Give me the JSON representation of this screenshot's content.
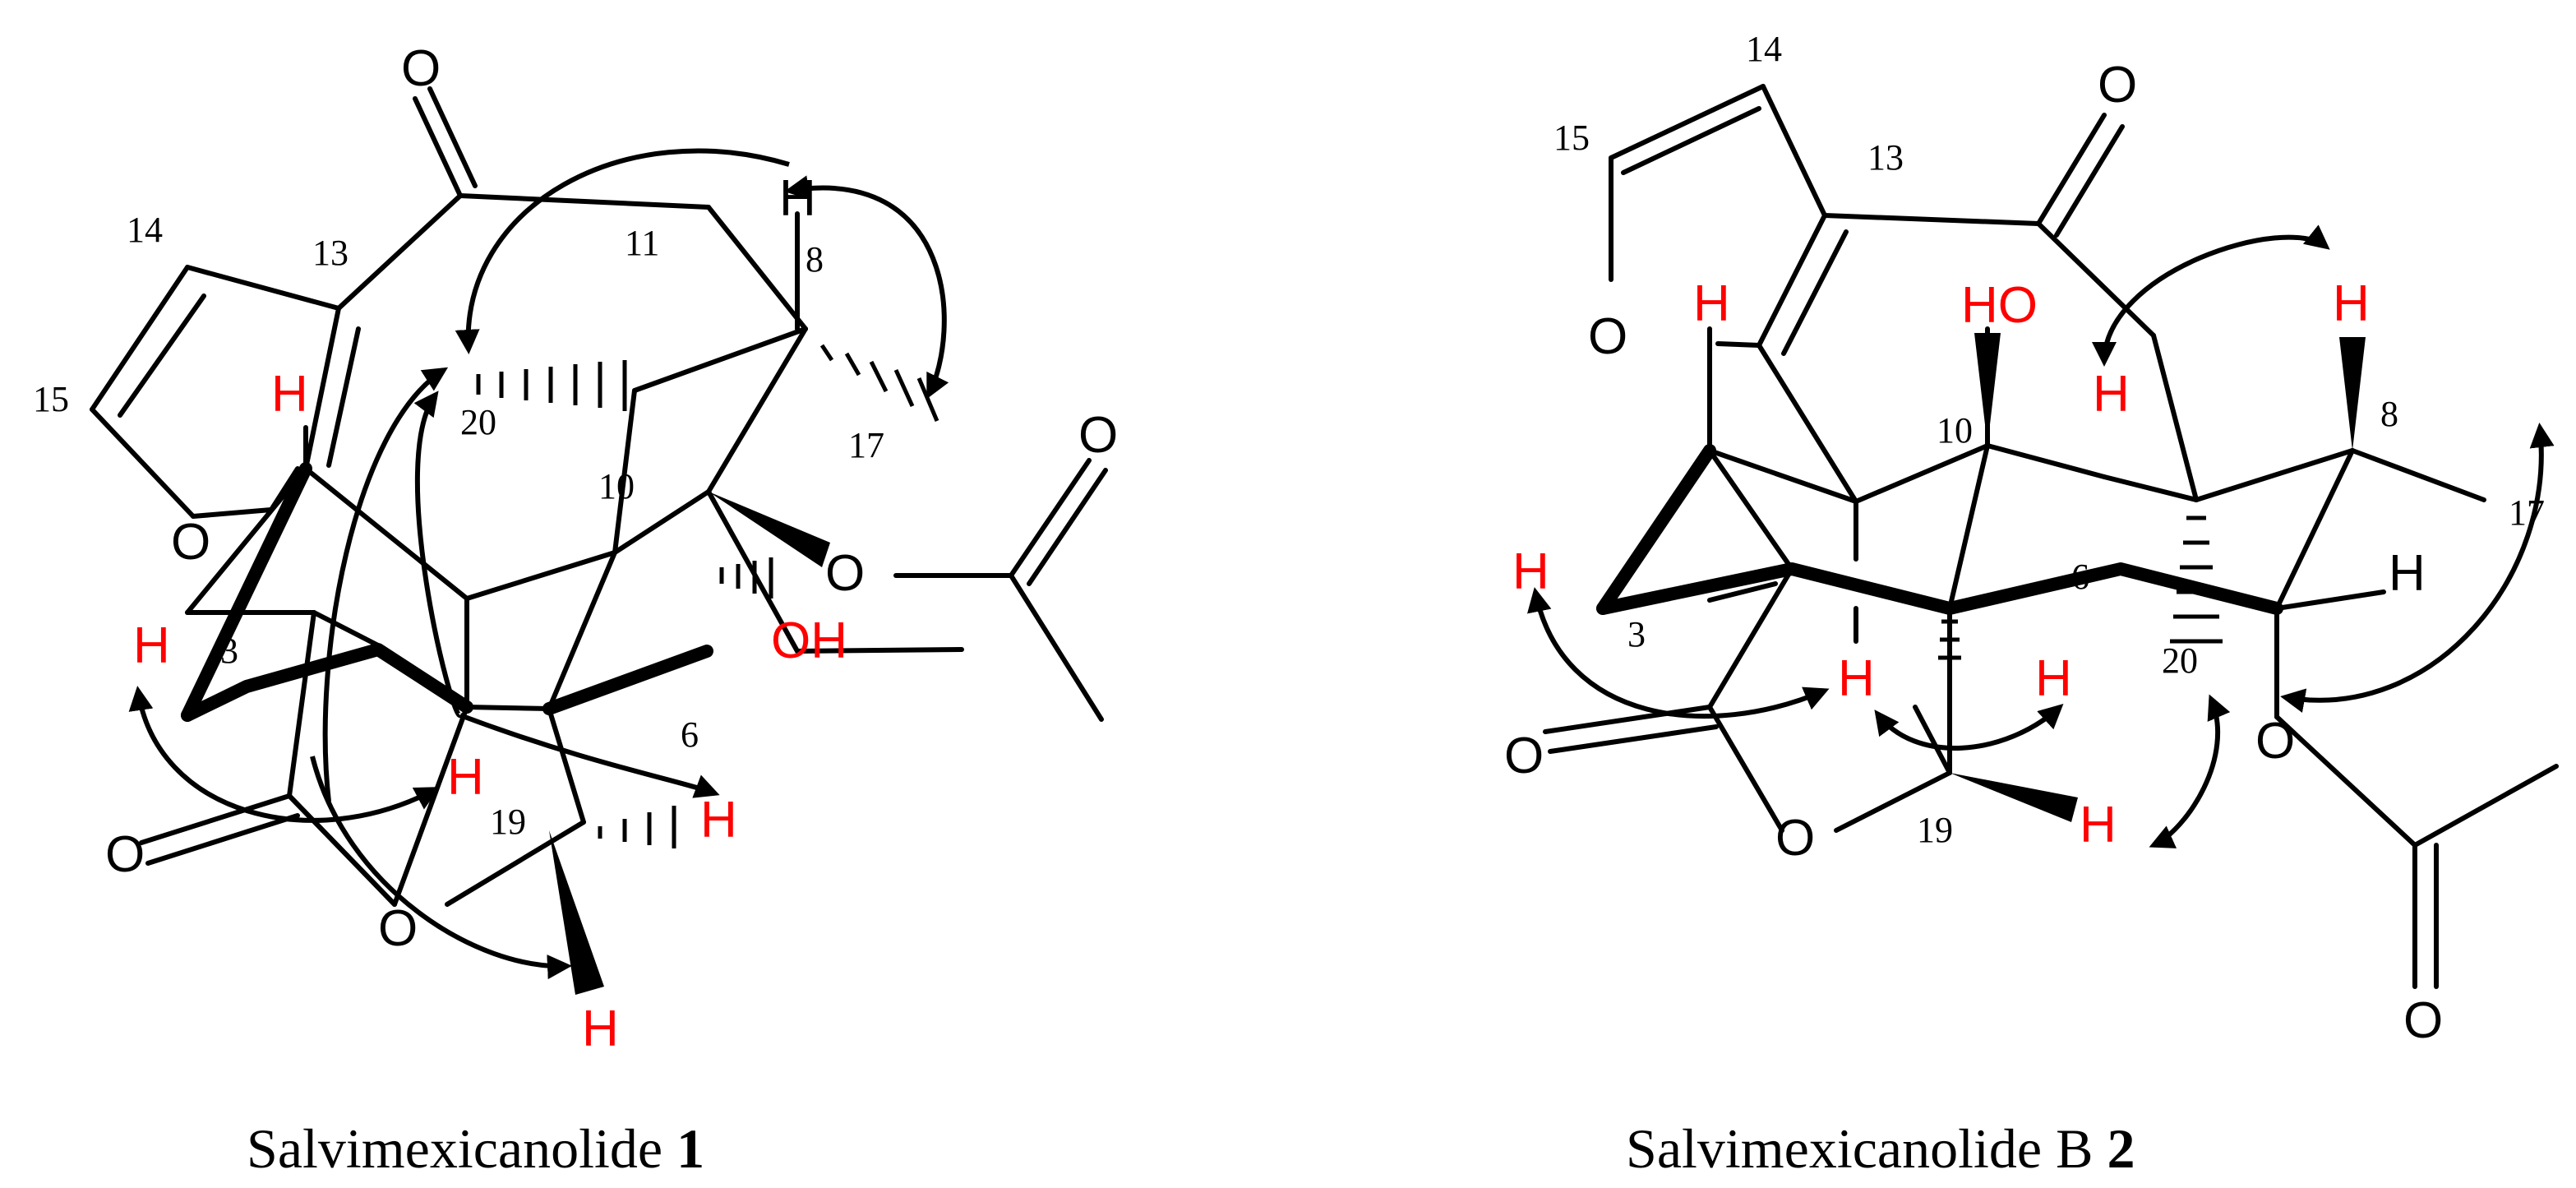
{
  "compounds": [
    {
      "id": "compound-1",
      "caption": {
        "name": "Salvimexicanolide ",
        "number": "1"
      },
      "numbers": {
        "c3": "3",
        "c6": "6",
        "c8": "8",
        "c10": "10",
        "c11": "11",
        "c13": "13",
        "c14": "14",
        "c15": "15",
        "c17": "17",
        "c19": "19",
        "c20": "20"
      },
      "atoms": {
        "h": "H",
        "o": "O",
        "oh": "OH"
      }
    },
    {
      "id": "compound-2",
      "caption": {
        "name": "Salvimexicanolide B ",
        "number": "2"
      },
      "numbers": {
        "c3": "3",
        "c6": "6",
        "c8": "8",
        "c10": "10",
        "c13": "13",
        "c14": "14",
        "c15": "15",
        "c17": "17",
        "c19": "19",
        "c20": "20"
      },
      "atoms": {
        "h": "H",
        "o": "O",
        "ho": "HO"
      }
    }
  ],
  "colors": {
    "hydrogen": "#ff0000",
    "bonds": "#000000",
    "background": "#ffffff"
  }
}
